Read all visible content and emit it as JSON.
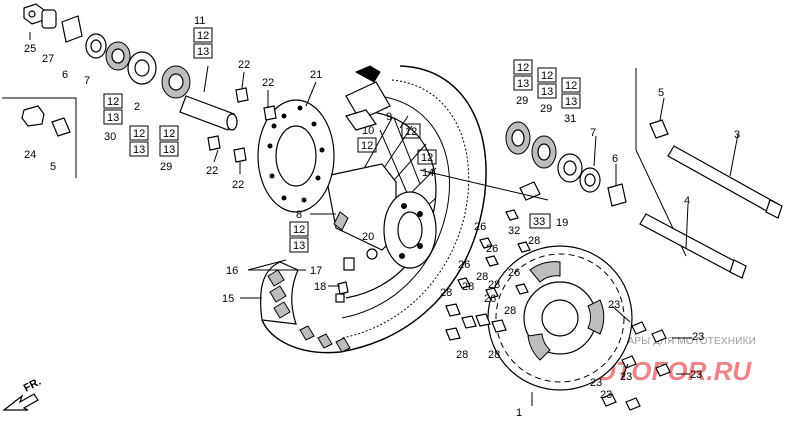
{
  "callouts": {
    "c25": "25",
    "c27": "27",
    "c6a": "6",
    "c7a": "7",
    "c2": "2",
    "c30": "30",
    "c29a": "29",
    "c11": "11",
    "c22a": "22",
    "c22b": "22",
    "c22c": "22",
    "c22d": "22",
    "c24": "24",
    "c5a": "5",
    "c21": "21",
    "c9": "9",
    "c10": "10",
    "c14": "14",
    "c8": "8",
    "c20": "20",
    "c16": "16",
    "c17": "17",
    "c18": "18",
    "c15": "15",
    "c29b": "29",
    "c29c": "29",
    "c31": "31",
    "c7b": "7",
    "c6b": "6",
    "c5b": "5",
    "c3": "3",
    "c4": "4",
    "c19": "19",
    "c32": "32",
    "c26a": "26",
    "c26b": "26",
    "c26c": "26",
    "c26d": "26",
    "c26e": "26",
    "c28a": "28",
    "c28b": "28",
    "c28c": "28",
    "c28d": "28",
    "c28e": "28",
    "c28f": "28",
    "c28g": "28",
    "c28h": "28",
    "c23a": "23",
    "c23b": "23",
    "c23c": "23",
    "c23d": "23",
    "c23e": "23",
    "c23f": "23",
    "c1": "1"
  },
  "boxed": {
    "b12": "12",
    "b13": "13",
    "b33": "33"
  },
  "direction_arrow": "FR.",
  "watermark": {
    "text": "ЗАПЧАСТИ И АКСЕССУАРЫ ДЛЯ МОТОТЕХНИКИ",
    "logo": "MOTOFOR.RU"
  }
}
